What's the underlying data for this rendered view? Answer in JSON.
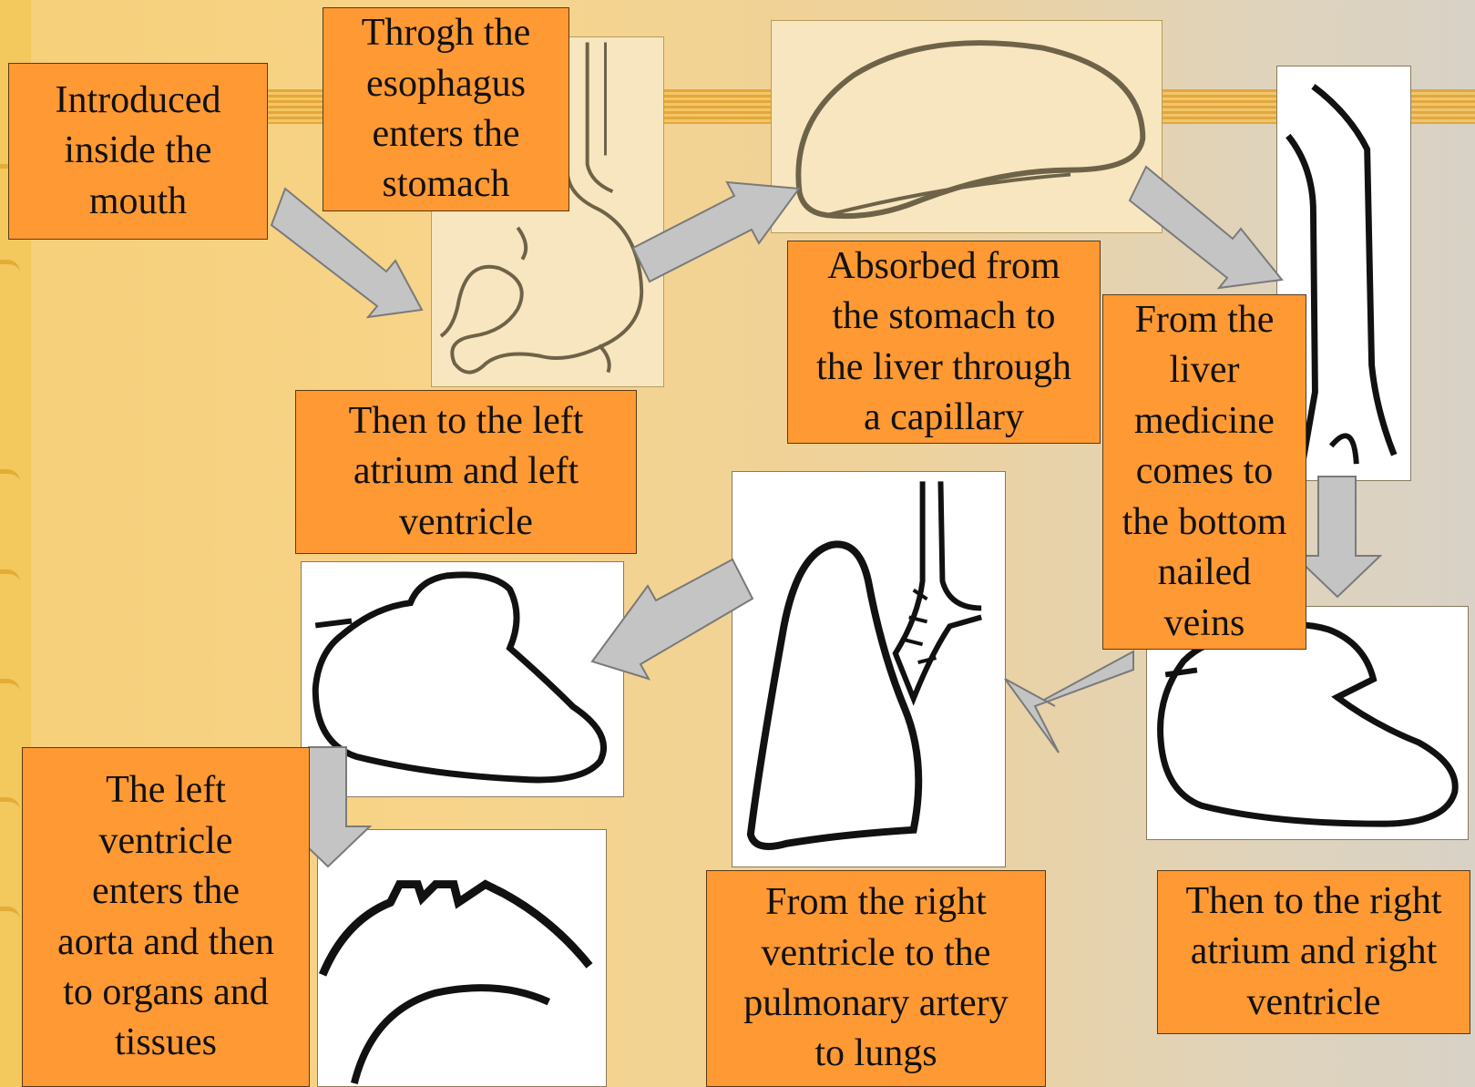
{
  "diagram": {
    "steps": [
      {
        "id": "mouth",
        "text": "Introduced\ninside the\nmouth"
      },
      {
        "id": "esophagus",
        "text": "Throgh the\nesophagus\nenters the\nstomach"
      },
      {
        "id": "liver",
        "text": "Absorbed from\nthe stomach to\nthe liver through\na capillary"
      },
      {
        "id": "veins",
        "text": "From the\nliver\nmedicine\ncomes to\nthe bottom\nnailed\nveins"
      },
      {
        "id": "right_atrium",
        "text": "Then to the right\natrium and right\nventricle"
      },
      {
        "id": "pulmonary",
        "text": "From the right\nventricle to the\npulmonary artery\nto lungs"
      },
      {
        "id": "left_atrium",
        "text": "Then to the left\natrium and left\nventricle"
      },
      {
        "id": "aorta",
        "text": "The left\nventricle\nenters the\naorta and then\nto organs and\ntissues"
      }
    ],
    "images": [
      "stomach",
      "liver",
      "vena-cava",
      "heart-right",
      "lung",
      "heart-left",
      "aortic-arch"
    ]
  },
  "colors": {
    "label_fill": "#ff9933",
    "arrow_fill": "#c4c4c4",
    "panel_tan": "#f7e6bf",
    "background": "#f6cf78"
  }
}
